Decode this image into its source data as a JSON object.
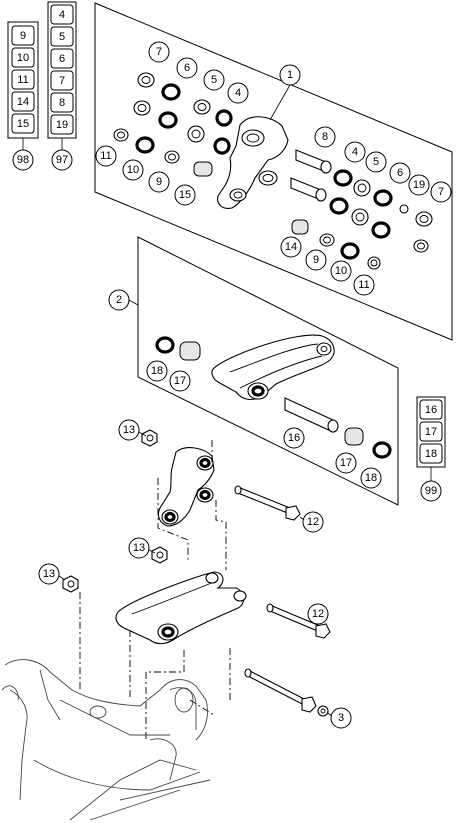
{
  "kits": {
    "kit_98": {
      "items": [
        "9",
        "10",
        "11",
        "14",
        "15"
      ],
      "label": "98"
    },
    "kit_97": {
      "items": [
        "4",
        "5",
        "6",
        "7",
        "8",
        "19"
      ],
      "label": "97"
    },
    "kit_99": {
      "items": [
        "16",
        "17",
        "18"
      ],
      "label": "99"
    }
  },
  "callouts": {
    "c_1": "1",
    "c_2": "2",
    "c_3": "3",
    "c_4a": "4",
    "c_4b": "4",
    "c_5a": "5",
    "c_5b": "5",
    "c_6a": "6",
    "c_6b": "6",
    "c_7a": "7",
    "c_7b": "7",
    "c_8": "8",
    "c_9a": "9",
    "c_9b": "9",
    "c_10a": "10",
    "c_10b": "10",
    "c_11a": "11",
    "c_11b": "11",
    "c_12a": "12",
    "c_12b": "12",
    "c_13a": "13",
    "c_13b": "13",
    "c_13c": "13",
    "c_14": "14",
    "c_15": "15",
    "c_16": "16",
    "c_17a": "17",
    "c_17b": "17",
    "c_18a": "18",
    "c_18b": "18",
    "c_19": "19"
  }
}
